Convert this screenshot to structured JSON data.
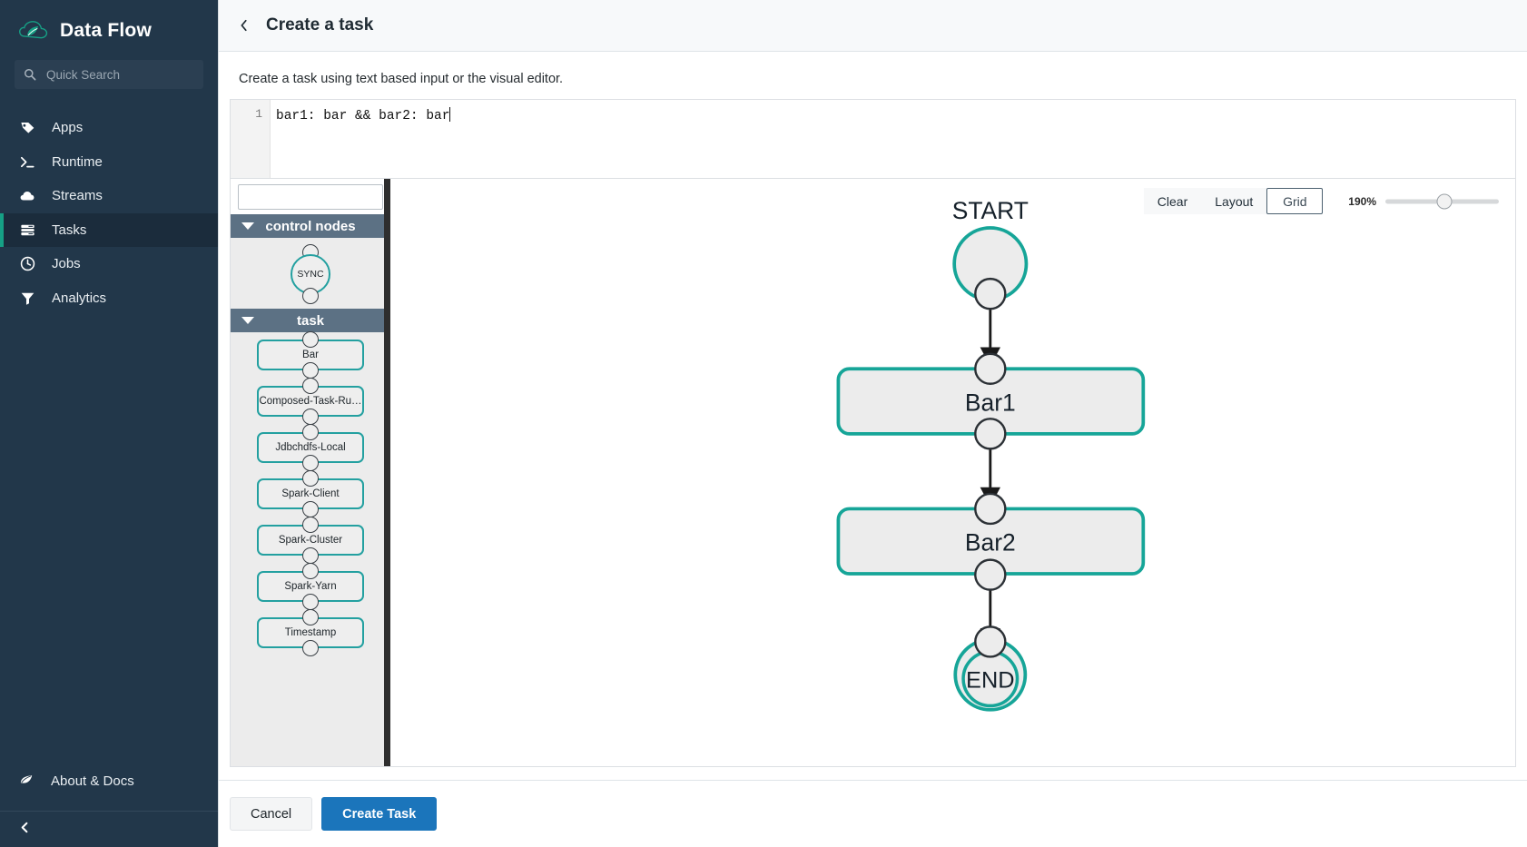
{
  "sidebar": {
    "brand": "Data Flow",
    "brand_logo_icon": "leaf-cloud-logo",
    "search": {
      "placeholder": "Quick Search",
      "value": "",
      "icon": "search-icon"
    },
    "items": [
      {
        "label": "Apps",
        "icon": "tag-icon",
        "active": false
      },
      {
        "label": "Runtime",
        "icon": "terminal-icon",
        "active": false
      },
      {
        "label": "Streams",
        "icon": "cloud-icon",
        "active": false
      },
      {
        "label": "Tasks",
        "icon": "tasks-icon",
        "active": true
      },
      {
        "label": "Jobs",
        "icon": "clock-icon",
        "active": false
      },
      {
        "label": "Analytics",
        "icon": "funnel-icon",
        "active": false
      }
    ],
    "about": {
      "label": "About & Docs",
      "icon": "leaf-icon"
    },
    "collapse": {
      "icon": "chevron-left-icon"
    },
    "accent_color": "#16a085",
    "bg_color": "#22374a"
  },
  "header": {
    "back_icon": "chevron-left-icon",
    "title": "Create a task"
  },
  "main": {
    "lede": "Create a task using text based input or the visual editor.",
    "editor": {
      "line_number": "1",
      "code": "bar1: bar && bar2: bar"
    }
  },
  "palette": {
    "search_value": "",
    "groups": [
      {
        "name": "control nodes",
        "caret": "caret-down-icon",
        "nodes": [
          {
            "label": "SYNC",
            "shape": "circle"
          }
        ]
      },
      {
        "name": "task",
        "caret": "caret-down-icon",
        "nodes": [
          {
            "label": "Bar",
            "shape": "rect"
          },
          {
            "label": "Composed-Task-Ru…",
            "shape": "rect"
          },
          {
            "label": "Jdbchdfs-Local",
            "shape": "rect"
          },
          {
            "label": "Spark-Client",
            "shape": "rect"
          },
          {
            "label": "Spark-Cluster",
            "shape": "rect"
          },
          {
            "label": "Spark-Yarn",
            "shape": "rect"
          },
          {
            "label": "Timestamp",
            "shape": "rect"
          }
        ]
      }
    ]
  },
  "canvas": {
    "toolbar": {
      "clear_label": "Clear",
      "layout_label": "Layout",
      "grid_label": "Grid",
      "grid_selected": true,
      "zoom_label": "190%",
      "zoom_percent": 190,
      "slider_position_pct": 52
    },
    "graph": {
      "node_color": "#16a598",
      "node_fill": "#ececec",
      "nodes": [
        {
          "id": "start",
          "label": "START",
          "type": "start"
        },
        {
          "id": "bar1",
          "label": "Bar1",
          "type": "task"
        },
        {
          "id": "bar2",
          "label": "Bar2",
          "type": "task"
        },
        {
          "id": "end",
          "label": "END",
          "type": "end"
        }
      ],
      "edges": [
        {
          "from": "start",
          "to": "bar1"
        },
        {
          "from": "bar1",
          "to": "bar2"
        },
        {
          "from": "bar2",
          "to": "end"
        }
      ]
    }
  },
  "footer": {
    "cancel_label": "Cancel",
    "create_label": "Create Task",
    "primary_color": "#1b75bb"
  }
}
